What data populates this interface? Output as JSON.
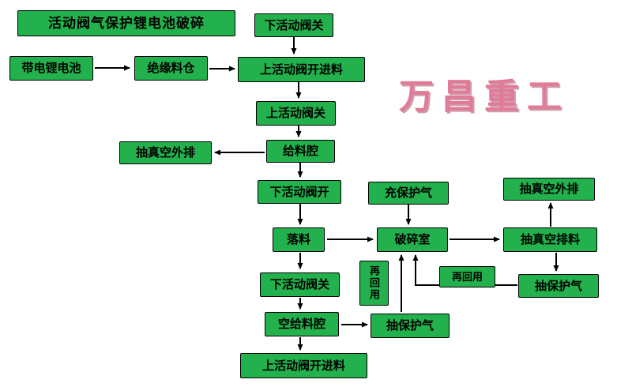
{
  "watermark": "万昌重工",
  "colors": {
    "node_bg": "#22b14c",
    "node_border": "#000000",
    "node_text": "#000000",
    "arrow": "#000000",
    "watermark_color": "#dd6d8d",
    "background": "#ffffff"
  },
  "nodes": {
    "title": "活动阀气保护锂电池破碎",
    "lower_valve_close_top": "下活动阀关",
    "charged_battery": "带电锂电池",
    "insulation_silo": "绝缘料仓",
    "upper_valve_open_feed": "上活动阀开进料",
    "upper_valve_close": "上活动阀关",
    "feed_chamber": "给料腔",
    "vacuum_exhaust_left": "抽真空外排",
    "lower_valve_open": "下活动阀开",
    "drop_material": "落料",
    "fill_protective_gas": "充保护气",
    "crushing_chamber": "破碎室",
    "vacuum_discharge": "抽真空排料",
    "vacuum_exhaust_right": "抽真空外排",
    "extract_protective_gas_right": "抽保护气",
    "reuse_right": "再回用",
    "reuse_vertical": "再回用",
    "lower_valve_close_mid": "下活动阀关",
    "empty_feed_chamber": "空给料腔",
    "extract_protective_gas_bottom": "抽保护气",
    "upper_valve_open_feed_bottom": "上活动阀开进料"
  }
}
